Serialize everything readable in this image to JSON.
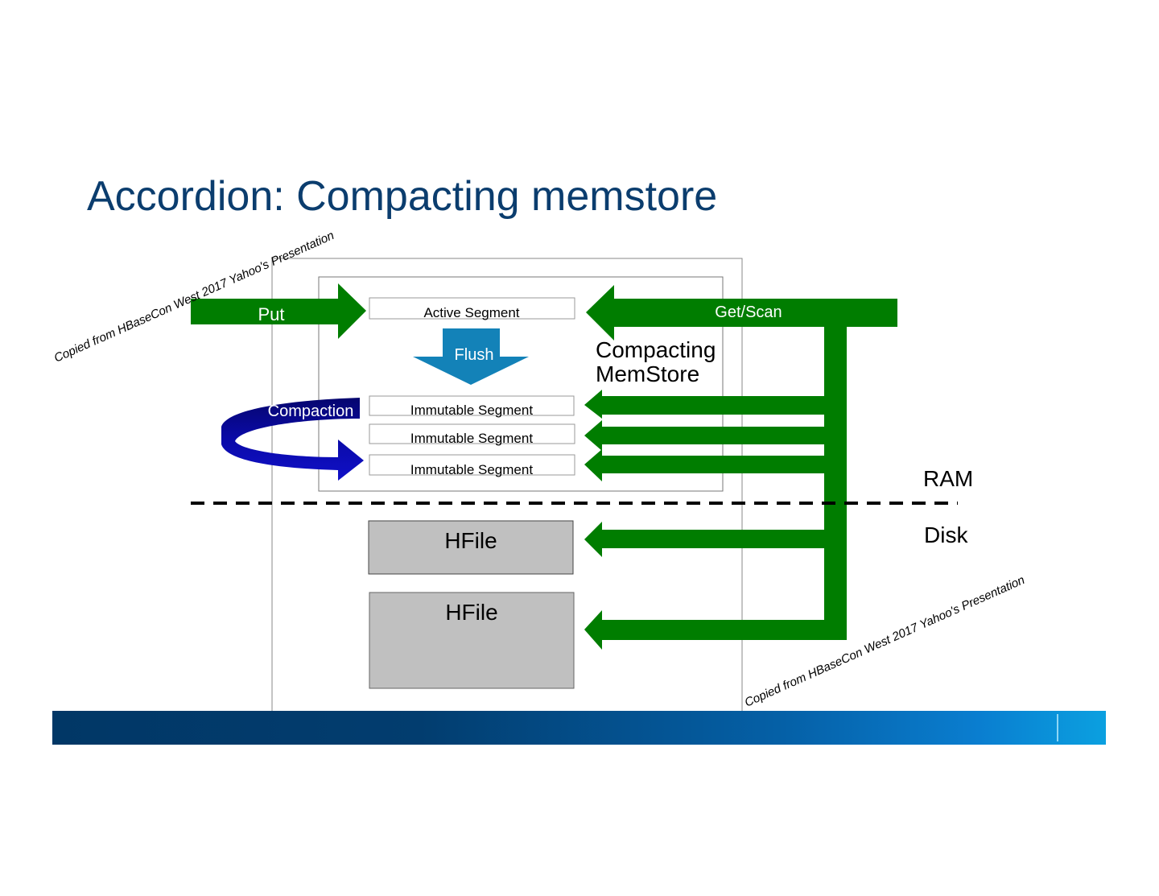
{
  "slide": {
    "title": "Accordion:  Compacting memstore",
    "credit_text": "Copied from HBaseCon West 2017 Yahoo's Presentation"
  },
  "diagram": {
    "arrows": {
      "put": "Put",
      "get_scan": "Get/Scan",
      "flush": "Flush",
      "compaction": "Compaction"
    },
    "memstore_label": [
      "Compacting",
      "MemStore"
    ],
    "segments": {
      "active": "Active Segment",
      "immutable": [
        "Immutable Segment",
        "Immutable Segment",
        "Immutable Segment"
      ]
    },
    "hfiles": [
      "HFile",
      "HFile"
    ],
    "tiers": {
      "ram": "RAM",
      "disk": "Disk"
    }
  },
  "colors": {
    "title": "#0b3d6e",
    "green_arrow": "#007d00",
    "flush_arrow": "#1382b8",
    "compaction_arrow": "#0a0aa0",
    "hfile_fill": "#c0c0c0",
    "footer_start": "#013766",
    "footer_end": "#0ba0e0"
  }
}
